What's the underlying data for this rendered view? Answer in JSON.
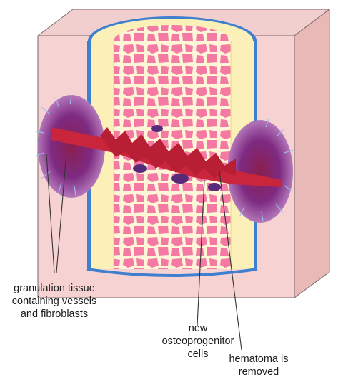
{
  "labels": {
    "granulation": [
      "granulation tissue",
      "containing vessels",
      "and fibroblasts"
    ],
    "osteoprogenitor": [
      "new",
      "osteoprogenitor",
      "cells"
    ],
    "hematoma": [
      "hematoma is",
      "removed"
    ]
  },
  "colors": {
    "tissue_front": "#f6d3d2",
    "tissue_side": "#e8b9b6",
    "tissue_top": "#f2cfcf",
    "periosteum": "#3f7fd0",
    "cortical_bone": "#fbf0b8",
    "spongy_bone": "#f47aa4",
    "trabecula": "#fff6d8",
    "callus_purple": "#7e2a82",
    "hematoma_red": "#c9263d",
    "leader_line": "#333333",
    "page_background": "#ffffff"
  }
}
